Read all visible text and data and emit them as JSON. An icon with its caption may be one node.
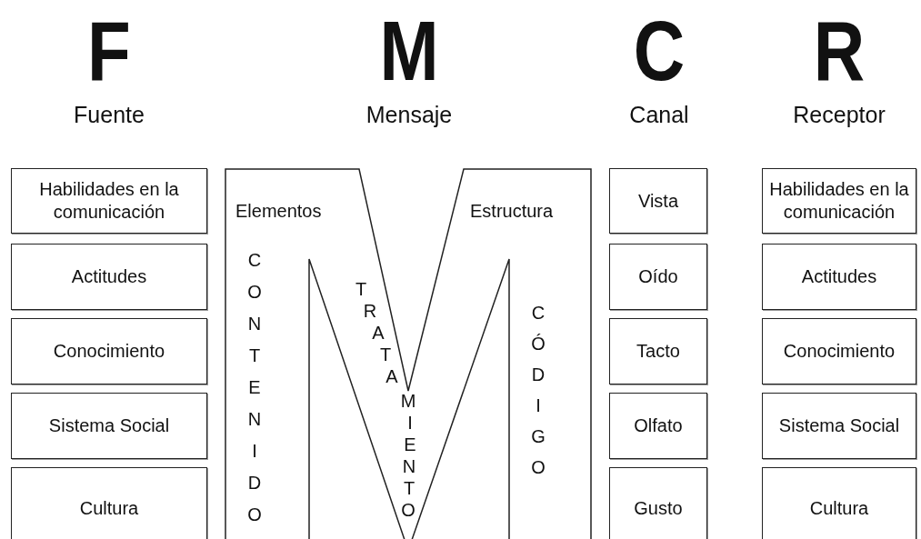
{
  "diagram": {
    "nodes": [
      {
        "text": [
          "Habilidades en la comunicación"
        ]
      },
      {
        "text": [
          "Actitudes"
        ]
      },
      {
        "text": [
          "Conocimiento"
        ]
      },
      {
        "text": [
          "Sistema Social"
        ]
      },
      {
        "text": [
          "Cultura"
        ]
      },
      {
        "text": [
          "Elementos",
          "Estructura",
          "CONTENIDO",
          "TRATAMIENTO",
          "CÓDIGO"
        ]
      },
      {
        "text": [
          "Vista"
        ]
      },
      {
        "text": [
          "Oído"
        ]
      },
      {
        "text": [
          "Tacto"
        ]
      },
      {
        "text": [
          "Olfato"
        ]
      },
      {
        "text": [
          "Gusto"
        ]
      },
      {
        "text": [
          "Habilidades en la comunicación"
        ]
      },
      {
        "text": [
          "Actitudes"
        ]
      },
      {
        "text": [
          "Conocimiento"
        ]
      },
      {
        "text": [
          "Sistema Social"
        ]
      },
      {
        "text": [
          "Cultura"
        ]
      }
    ],
    "labels": [
      "F",
      "Fuente",
      "M",
      "Mensaje",
      "C",
      "Canal",
      "R",
      "Receptor"
    ]
  }
}
